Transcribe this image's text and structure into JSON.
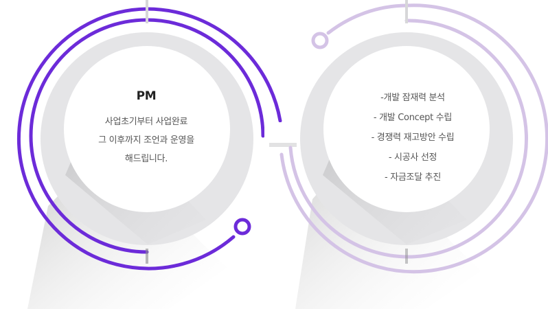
{
  "left_panel": {
    "title": "PM",
    "lines": [
      "사업초기부터 사업완료",
      "그 이후까지 조언과 운영을",
      "해드립니다."
    ]
  },
  "right_panel": {
    "items": [
      "-개발 잠재력 분석",
      "- 개발 Concept 수립",
      "- 경쟁력 재고방안 수립",
      "- 시공사 선정",
      "- 자금조달 추진"
    ]
  },
  "colors": {
    "left_accent": "#6c2bd9",
    "right_accent": "#d4c3e6",
    "disc_gray": "#e4e4e6",
    "inner_white": "#ffffff"
  }
}
